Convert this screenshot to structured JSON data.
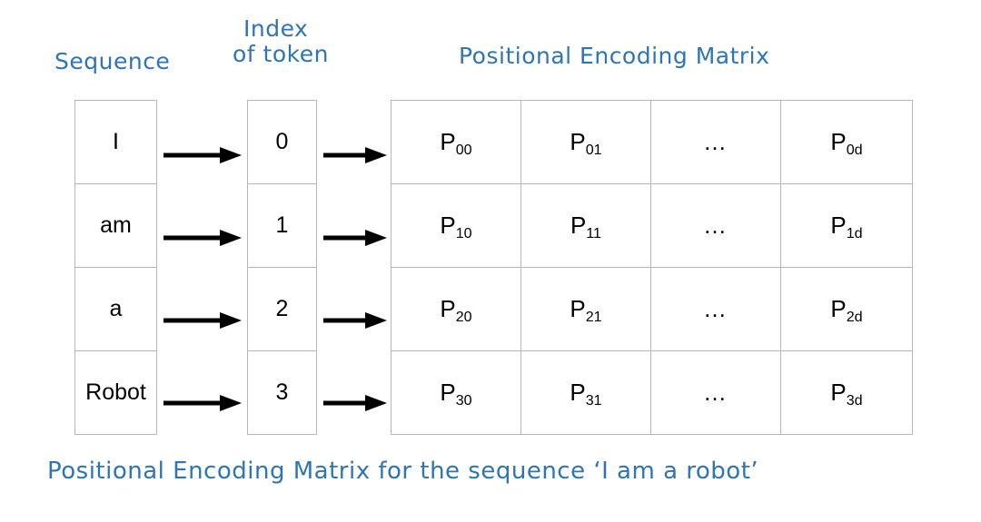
{
  "labels": {
    "sequence": "Sequence",
    "index_line1": "Index",
    "index_line2": "of token",
    "matrix": "Positional Encoding Matrix"
  },
  "caption": "Positional Encoding Matrix for the sequence ‘I am a robot’",
  "colors": {
    "handwriting_blue": "#2E75B6",
    "cell_border": "#b7b7b7",
    "text_black": "#000000",
    "background": "#ffffff"
  },
  "sequence_tokens": [
    "I",
    "am",
    "a",
    "Robot"
  ],
  "token_indices": [
    "0",
    "1",
    "2",
    "3"
  ],
  "matrix": {
    "rows": [
      [
        {
          "base": "P",
          "sub": "00"
        },
        {
          "base": "P",
          "sub": "01"
        },
        {
          "base": "…",
          "sub": ""
        },
        {
          "base": "P",
          "sub": "0d"
        }
      ],
      [
        {
          "base": "P",
          "sub": "10"
        },
        {
          "base": "P",
          "sub": "11"
        },
        {
          "base": "…",
          "sub": ""
        },
        {
          "base": "P",
          "sub": "1d"
        }
      ],
      [
        {
          "base": "P",
          "sub": "20"
        },
        {
          "base": "P",
          "sub": "21"
        },
        {
          "base": "…",
          "sub": ""
        },
        {
          "base": "P",
          "sub": "2d"
        }
      ],
      [
        {
          "base": "P",
          "sub": "30"
        },
        {
          "base": "P",
          "sub": "31"
        },
        {
          "base": "…",
          "sub": ""
        },
        {
          "base": "P",
          "sub": "3d"
        }
      ]
    ]
  },
  "arrows": {
    "seq_to_index_count": 4,
    "index_to_matrix_count": 4,
    "direction": "right"
  }
}
